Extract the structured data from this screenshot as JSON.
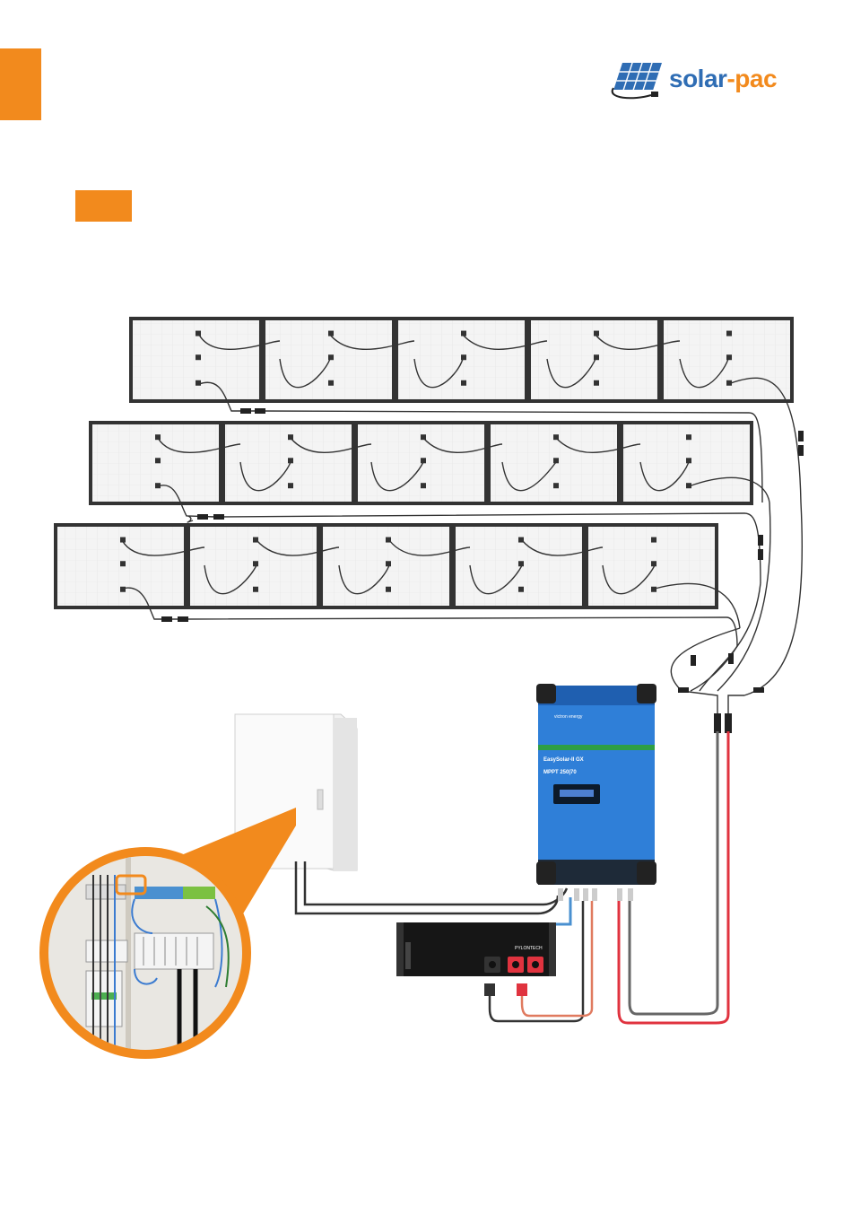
{
  "brand": {
    "logo_part1": "solar",
    "logo_part2": "-pac",
    "accent_color": "#f28a1d",
    "brand_blue": "#2f6db4"
  },
  "inverter": {
    "brand": "victron energy",
    "model": "EasySolar-II GX",
    "mppt": "MPPT 250|70",
    "color": "#2f7fd8"
  },
  "battery": {
    "brand": "PYLONTECH"
  },
  "panel_rows": [
    5,
    5,
    5
  ],
  "cable_colors": {
    "positive": "#e0333f",
    "negative": "#555555",
    "data": "#4a90d0",
    "ac": "#333333"
  }
}
